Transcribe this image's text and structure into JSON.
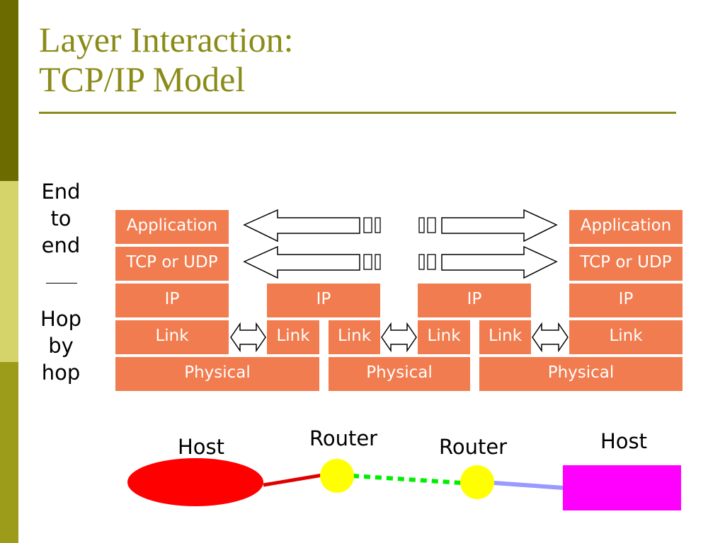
{
  "title": {
    "line1": "Layer Interaction:",
    "line2": "TCP/IP Model"
  },
  "side_labels": {
    "end_to_end": "End\nto\nend",
    "hop_by_hop": "Hop\nby\nhop"
  },
  "stacks": {
    "left_host": {
      "application": "Application",
      "transport": "TCP or UDP",
      "ip": "IP",
      "link": "Link",
      "physical": "Physical"
    },
    "router1": {
      "ip": "IP",
      "link_left": "Link",
      "link_right": "Link"
    },
    "router2": {
      "ip": "IP",
      "link_left": "Link",
      "link_right": "Link"
    },
    "right_host": {
      "application": "Application",
      "transport": "TCP or UDP",
      "ip": "IP",
      "link": "Link"
    },
    "physical_middle": "Physical",
    "physical_right": "Physical"
  },
  "nodes": {
    "host_left": "Host",
    "router_left": "Router",
    "router_right": "Router",
    "host_right": "Host"
  },
  "colors": {
    "title": "#8b8b1a",
    "layer_box": "#f17c4f",
    "sidebar_dark": "#6b6b00",
    "sidebar_light": "#d4d46a",
    "sidebar_mid": "#9c9c1a",
    "host_left": "#ff0000",
    "router": "#ffff00",
    "host_right": "#ff00ff",
    "link_red": "#e00000",
    "link_green": "#00ee00",
    "link_blue": "#9999ff"
  }
}
